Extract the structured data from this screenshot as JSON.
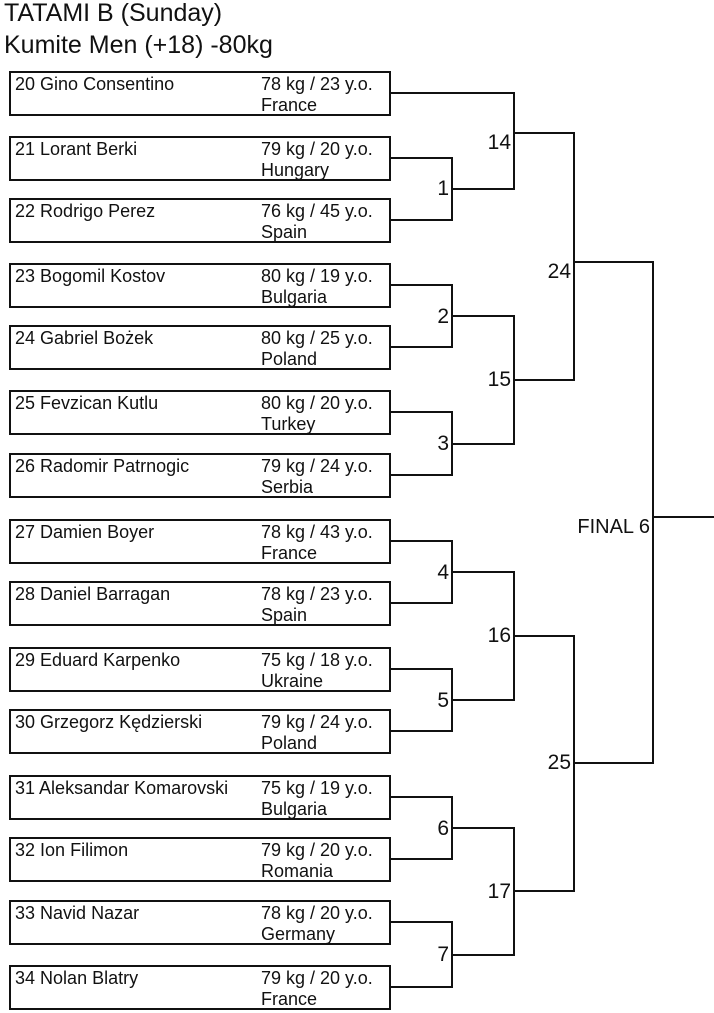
{
  "header": {
    "title": "TATAMI B (Sunday)",
    "subtitle": "Kumite Men (+18) -80kg"
  },
  "bracket": {
    "competitors": [
      {
        "seed": "20",
        "name": "Gino Consentino",
        "weight_age": "78 kg / 23 y.o.",
        "country": "France"
      },
      {
        "seed": "21",
        "name": "Lorant Berki",
        "weight_age": "79 kg / 20 y.o.",
        "country": "Hungary"
      },
      {
        "seed": "22",
        "name": "Rodrigo Perez",
        "weight_age": "76 kg / 45 y.o.",
        "country": "Spain"
      },
      {
        "seed": "23",
        "name": "Bogomil Kostov",
        "weight_age": "80 kg / 19 y.o.",
        "country": "Bulgaria"
      },
      {
        "seed": "24",
        "name": "Gabriel Bożek",
        "weight_age": "80 kg / 25 y.o.",
        "country": "Poland"
      },
      {
        "seed": "25",
        "name": "Fevzican Kutlu",
        "weight_age": "80 kg / 20 y.o.",
        "country": "Turkey"
      },
      {
        "seed": "26",
        "name": "Radomir Patrnogic",
        "weight_age": "79 kg / 24 y.o.",
        "country": "Serbia"
      },
      {
        "seed": "27",
        "name": "Damien Boyer",
        "weight_age": "78 kg / 43 y.o.",
        "country": "France"
      },
      {
        "seed": "28",
        "name": "Daniel Barragan",
        "weight_age": "78 kg / 23 y.o.",
        "country": "Spain"
      },
      {
        "seed": "29",
        "name": "Eduard Karpenko",
        "weight_age": "75 kg / 18 y.o.",
        "country": "Ukraine"
      },
      {
        "seed": "30",
        "name": "Grzegorz Kędzierski",
        "weight_age": "79 kg / 24 y.o.",
        "country": "Poland"
      },
      {
        "seed": "31",
        "name": "Aleksandar Komarovski",
        "weight_age": "75 kg / 19 y.o.",
        "country": "Bulgaria"
      },
      {
        "seed": "32",
        "name": "Ion Filimon",
        "weight_age": "79 kg / 20 y.o.",
        "country": "Romania"
      },
      {
        "seed": "33",
        "name": "Navid Nazar",
        "weight_age": "78 kg / 20 y.o.",
        "country": "Germany"
      },
      {
        "seed": "34",
        "name": "Nolan Blatry",
        "weight_age": "79 kg / 20 y.o.",
        "country": "France"
      }
    ],
    "matches": {
      "round1": [
        "1",
        "2",
        "3",
        "4",
        "5",
        "6",
        "7"
      ],
      "round2": [
        "14",
        "15",
        "16",
        "17"
      ],
      "round3": [
        "24",
        "25"
      ],
      "final": "FINAL 6"
    }
  }
}
